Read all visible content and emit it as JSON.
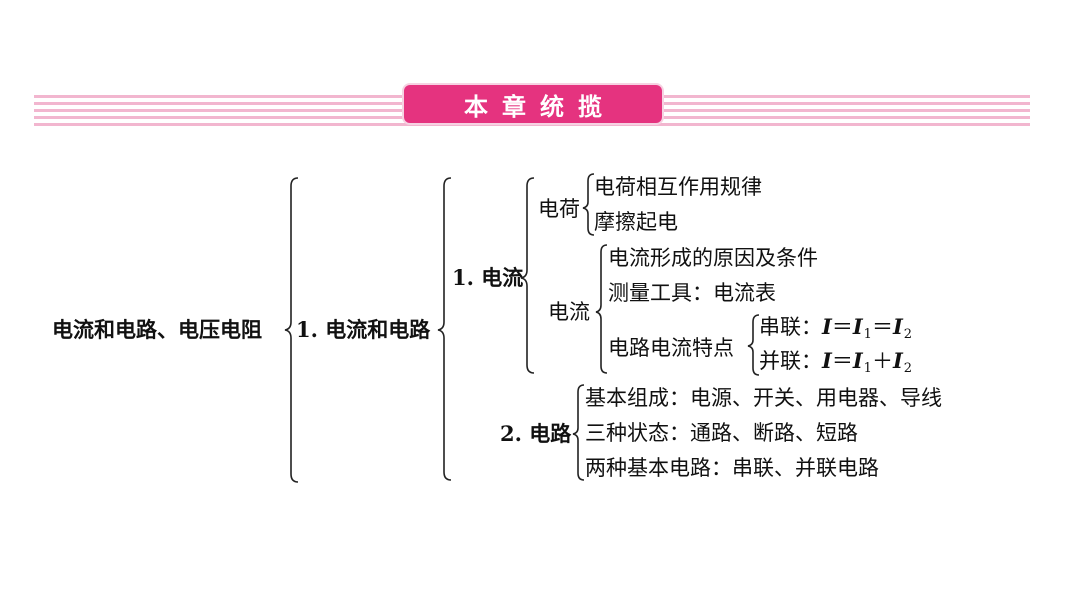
{
  "header": {
    "title": "本章统揽"
  },
  "root": "电流和电路、电压电阻",
  "level1": "1. 电流和电路",
  "current": {
    "label": "1. 电流",
    "charge": {
      "label": "电荷",
      "items": [
        "电荷相互作用规律",
        "摩擦起电"
      ]
    },
    "flow": {
      "label": "电流",
      "items": [
        "电流形成的原因及条件",
        "测量工具：电流表"
      ],
      "features": {
        "label": "电路电流特点",
        "series": {
          "prefix": "串联：",
          "I": "I",
          "eq": "＝",
          "I1": "I",
          "s1": "1",
          "op": "＝",
          "I2": "I",
          "s2": "2"
        },
        "parallel": {
          "prefix": "并联：",
          "I": "I",
          "eq": "＝",
          "I1": "I",
          "s1": "1",
          "op": "＋",
          "I2": "I",
          "s2": "2"
        }
      }
    }
  },
  "circuit": {
    "label": "2. 电路",
    "items": [
      "基本组成：电源、开关、用电器、导线",
      "三种状态：通路、断路、短路",
      "两种基本电路：串联、并联电路"
    ]
  }
}
